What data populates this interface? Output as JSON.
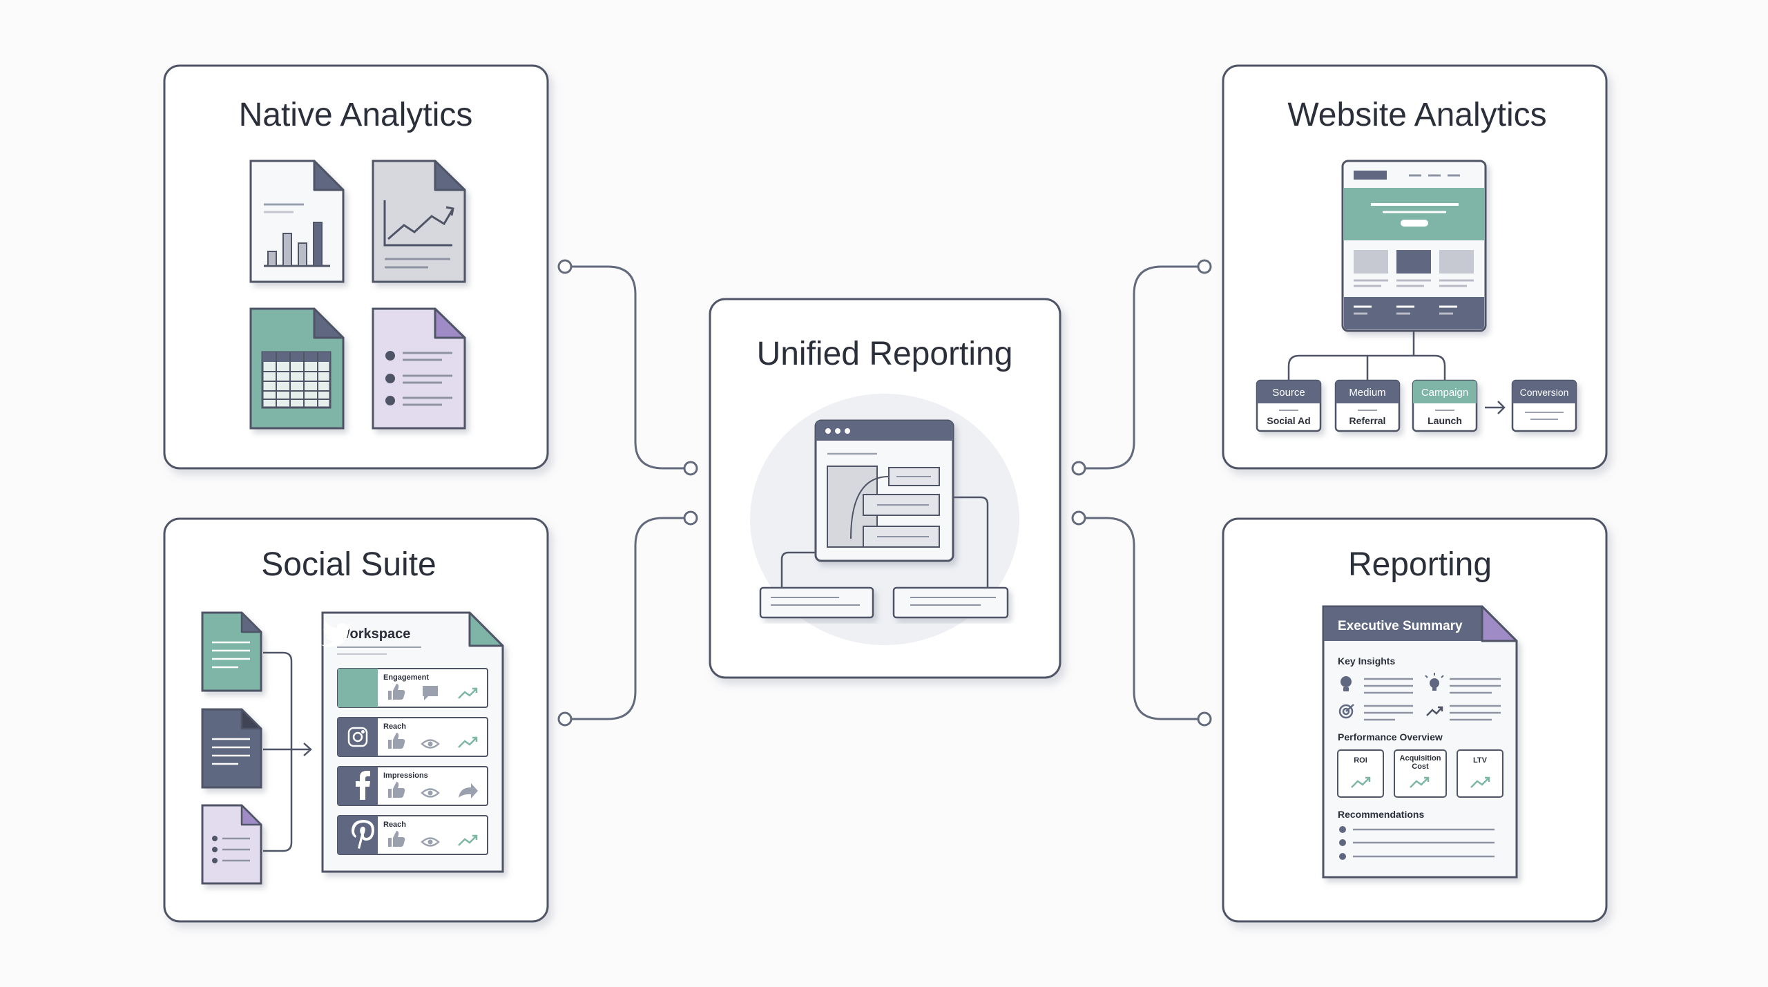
{
  "panels": {
    "native_analytics": {
      "title": "Native Analytics"
    },
    "website_analytics": {
      "title": "Website Analytics",
      "steps": [
        {
          "top": "Source",
          "bottom": "Social Ad"
        },
        {
          "top": "Medium",
          "bottom": "Referral"
        },
        {
          "top": "Campaign",
          "bottom": "Launch"
        }
      ],
      "final_step": "Conversion"
    },
    "unified_reporting": {
      "title": "Unified Reporting"
    },
    "social_suite": {
      "title": "Social Suite",
      "workspace_title": "Workspace",
      "rows": [
        {
          "network": "twitter-icon",
          "metric": "Engagement"
        },
        {
          "network": "instagram-icon",
          "metric": "Reach"
        },
        {
          "network": "facebook-icon",
          "metric": "Impressions"
        },
        {
          "network": "pinterest-icon",
          "metric": "Reach"
        }
      ]
    },
    "reporting": {
      "title": "Reporting",
      "doc_header": "Executive Summary",
      "key_insights": "Key Insights",
      "performance_overview": "Performance Overview",
      "kpis": [
        "ROI",
        "Acquisition Cost",
        "LTV"
      ],
      "recommendations": "Recommendations"
    }
  },
  "colors": {
    "slate": "#5f6781",
    "teal": "#7fb5a6",
    "lavender": "#d9cfe9",
    "lavender_dark": "#9f8cc6",
    "gray": "#d6d8de",
    "border": "#4f5566",
    "line": "#626a7c"
  }
}
